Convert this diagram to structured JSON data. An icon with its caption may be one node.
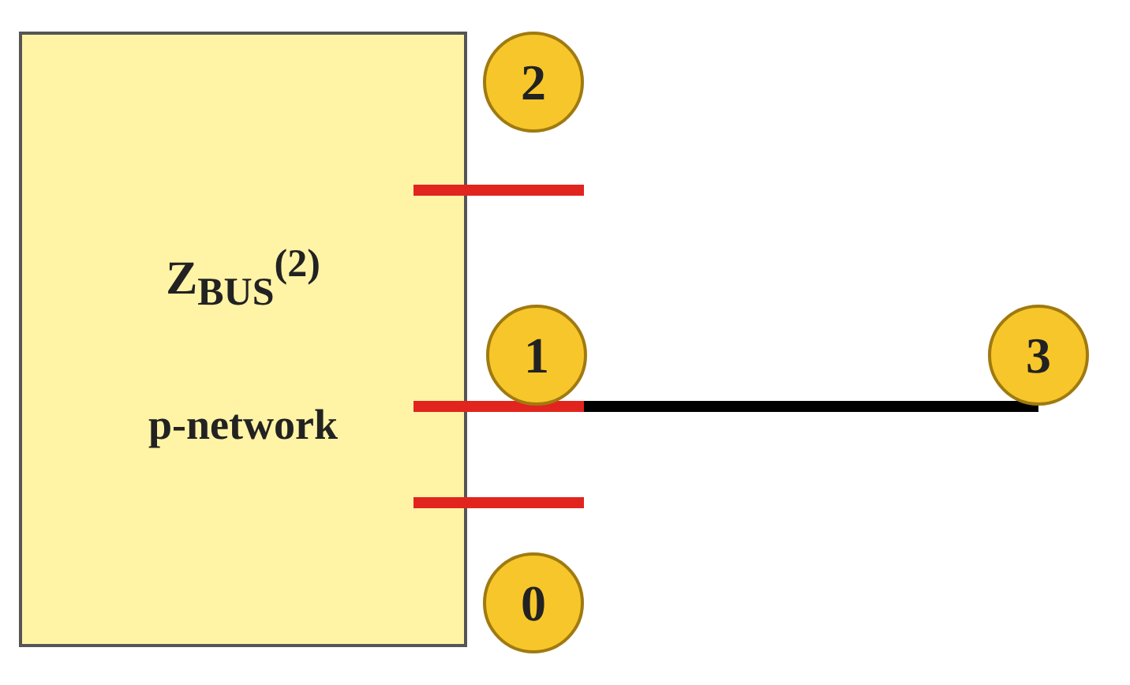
{
  "diagram": {
    "nodes": [
      {
        "text": [
          "Z$_{BUS}$$^{(2)}$",
          "p-network"
        ]
      },
      {
        "text": [
          "2"
        ]
      },
      {
        "text": [],
        "shape": "bar"
      },
      {
        "text": [
          "1"
        ]
      },
      {
        "text": [
          "3"
        ]
      },
      {
        "text": [],
        "shape": "bar"
      },
      {
        "text": [],
        "shape": "bar"
      },
      {
        "text": [
          "0"
        ]
      }
    ],
    "edges": [
      {
        "from": 5,
        "to": 4,
        "arrow": "none"
      }
    ]
  }
}
